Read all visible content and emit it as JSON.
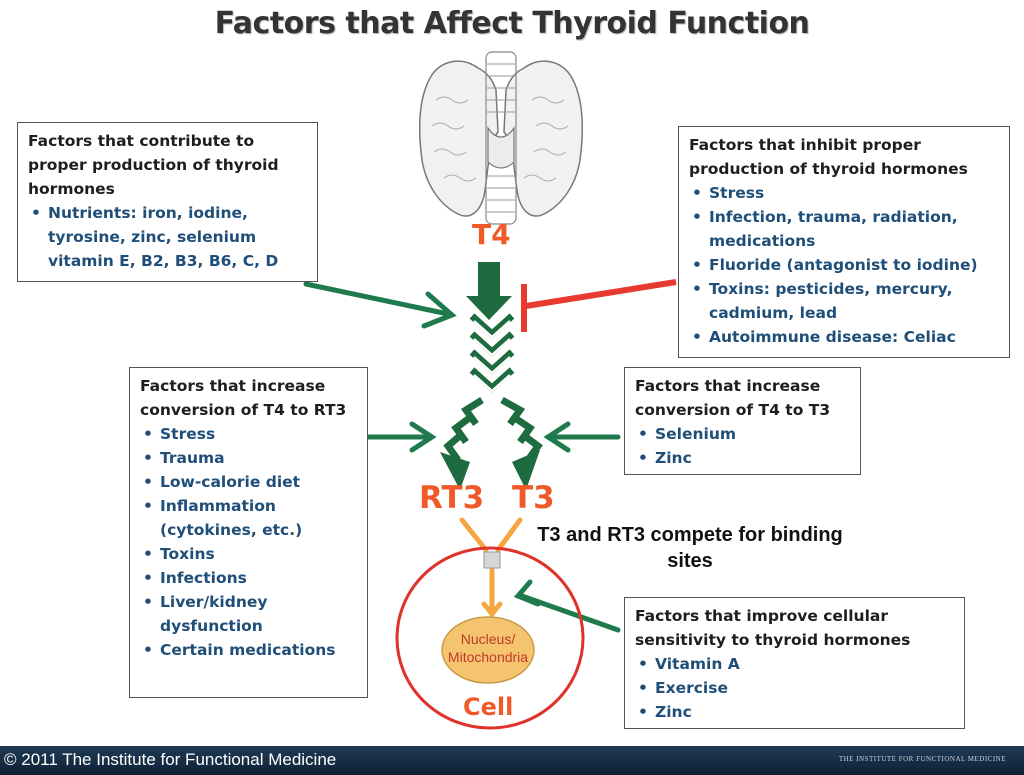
{
  "title": "Factors that Affect Thyroid Function",
  "colors": {
    "green": "#1f7a4d",
    "dark_green": "#1d6b3f",
    "red": "#e63b2e",
    "orange": "#f05a28",
    "bullet_blue": "#1f4e79",
    "nucleus_fill": "#f4c46e",
    "arrow_orange": "#f5a640"
  },
  "boxes": {
    "contribute": {
      "heading": [
        "Factors that contribute to",
        "proper production of thyroid",
        "hormones"
      ],
      "items": [
        "Nutrients:  iron, iodine,",
        "tyrosine, zinc, selenium",
        "vitamin E, B2, B3, B6, C, D"
      ]
    },
    "inhibit": {
      "heading": [
        "Factors that inhibit proper",
        "production of thyroid hormones"
      ],
      "items": [
        "Stress",
        "Infection, trauma, radiation,",
        "medications",
        "Fluoride (antagonist to iodine)",
        "Toxins: pesticides, mercury,",
        "cadmium, lead",
        "Autoimmune disease: Celiac"
      ]
    },
    "rt3_conversion": {
      "heading": [
        "Factors that increase",
        "conversion of T4 to RT3"
      ],
      "items": [
        "Stress",
        "Trauma",
        "Low-calorie diet",
        "Inflammation",
        "(cytokines, etc.)",
        "Toxins",
        "Infections",
        "Liver/kidney",
        "dysfunction",
        "Certain medications"
      ]
    },
    "t3_conversion": {
      "heading": [
        "Factors that increase",
        "conversion of T4 to T3"
      ],
      "items": [
        "Selenium",
        "Zinc"
      ]
    },
    "sensitivity": {
      "heading": [
        "Factors that improve cellular",
        "sensitivity to thyroid hormones"
      ],
      "items": [
        "Vitamin A",
        "Exercise",
        "Zinc"
      ]
    }
  },
  "labels": {
    "t4": "T4",
    "rt3": "RT3",
    "t3": "T3",
    "compete_line1": "T3 and RT3 compete for binding",
    "compete_line2": "sites",
    "nucleus_line1": "Nucleus/",
    "nucleus_line2": "Mitochondria",
    "cell": "Cell"
  },
  "footer": {
    "copyright": "© 2011 The Institute for Functional Medicine",
    "brand": "THE INSTITUTE FOR FUNCTIONAL MEDICINE"
  }
}
